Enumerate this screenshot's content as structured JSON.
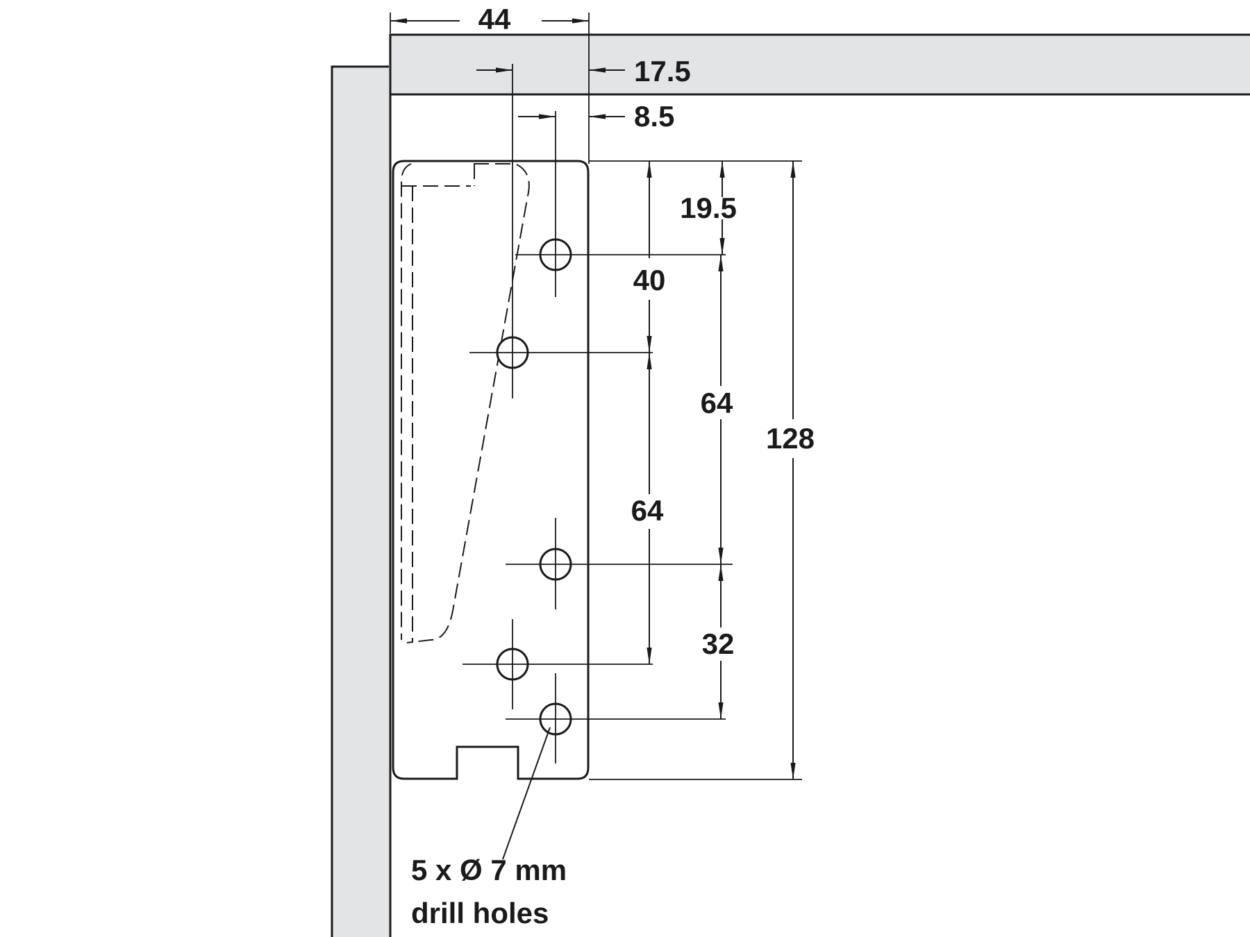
{
  "dimensions": {
    "width": "44",
    "offset_outer": "17.5",
    "offset_inner": "8.5",
    "top_to_first_hole": "19.5",
    "hole1_to_hole2": "40",
    "hole2_to_hole4": "64",
    "hole1_to_hole3": "64",
    "hole3_to_hole5": "32",
    "total_height": "128"
  },
  "note": {
    "line1": "5 x Ø 7 mm",
    "line2": "drill holes"
  },
  "colors": {
    "panel_fill": "#e3e4e6",
    "line": "#1a1a1a",
    "background": "#ffffff"
  }
}
